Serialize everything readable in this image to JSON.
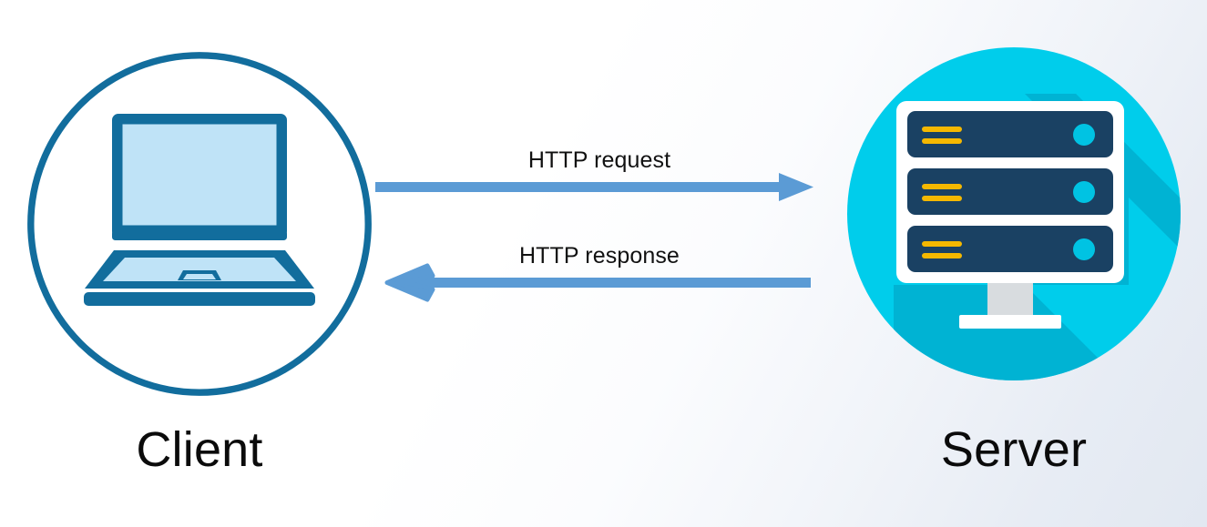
{
  "diagram": {
    "title": "HTTP client server request response diagram",
    "background": {
      "from_color": "#ffffff",
      "to_color": "#e2e8f1"
    },
    "nodes": [
      {
        "id": "client",
        "label": "Client",
        "icon": "laptop-icon",
        "shape": "outlined-circle",
        "stroke_color": "#126d9d",
        "fill_color": "#ffffff",
        "icon_colors": {
          "outline": "#126d9d",
          "screen": "#bfe3f7"
        }
      },
      {
        "id": "server",
        "label": "Server",
        "icon": "server-rack-icon",
        "shape": "filled-circle",
        "fill_color": "#00cdeb",
        "shadow_color": "#00b2d2",
        "icon_colors": {
          "frame": "#ffffff",
          "unit": "#1a4163",
          "indicator": "#00c3e3",
          "bars": "#f5b800",
          "stand": "#d8dcdf"
        }
      }
    ],
    "connections": [
      {
        "id": "request",
        "label": "HTTP request",
        "direction": "right",
        "from": "client",
        "to": "server",
        "color": "#5b9bd5",
        "arrowhead": "solid-triangle"
      },
      {
        "id": "response",
        "label": "HTTP response",
        "direction": "left",
        "from": "server",
        "to": "client",
        "color": "#5b9bd5",
        "arrowhead": "open-chevron"
      }
    ]
  }
}
